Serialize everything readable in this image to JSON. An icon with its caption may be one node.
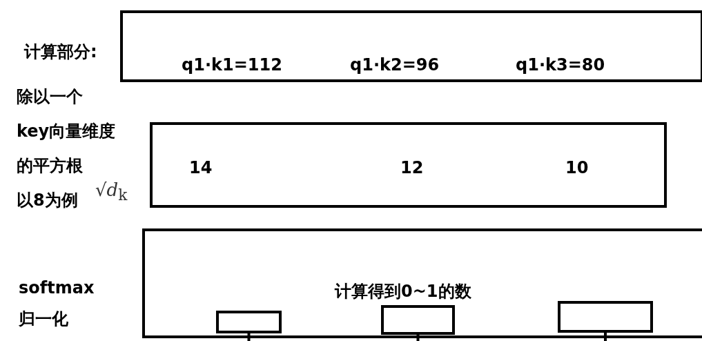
{
  "diagram": {
    "nodes": [
      {
        "text": [
          "q1·k1=112",
          "q1·k2=96",
          "q1·k3=80"
        ]
      },
      {
        "text": [
          "14",
          "12",
          "10"
        ]
      },
      {
        "text": [
          "计算得到0~1的数"
        ]
      },
      {
        "text": [],
        "shape": "box",
        "in": 2
      },
      {
        "text": [],
        "shape": "box",
        "in": 2
      },
      {
        "text": [],
        "shape": "box",
        "in": 2
      }
    ],
    "edges": [
      {
        "from": 3,
        "to": null,
        "arrow": "none"
      },
      {
        "from": 4,
        "to": null,
        "arrow": "none"
      },
      {
        "from": 5,
        "to": null,
        "arrow": "none"
      }
    ],
    "labels": [
      "计算部分:",
      "除以一个",
      "key向量维度",
      "的平方根",
      "以8为例",
      "√*d*$_{k}$",
      "softmax",
      "归一化"
    ]
  }
}
